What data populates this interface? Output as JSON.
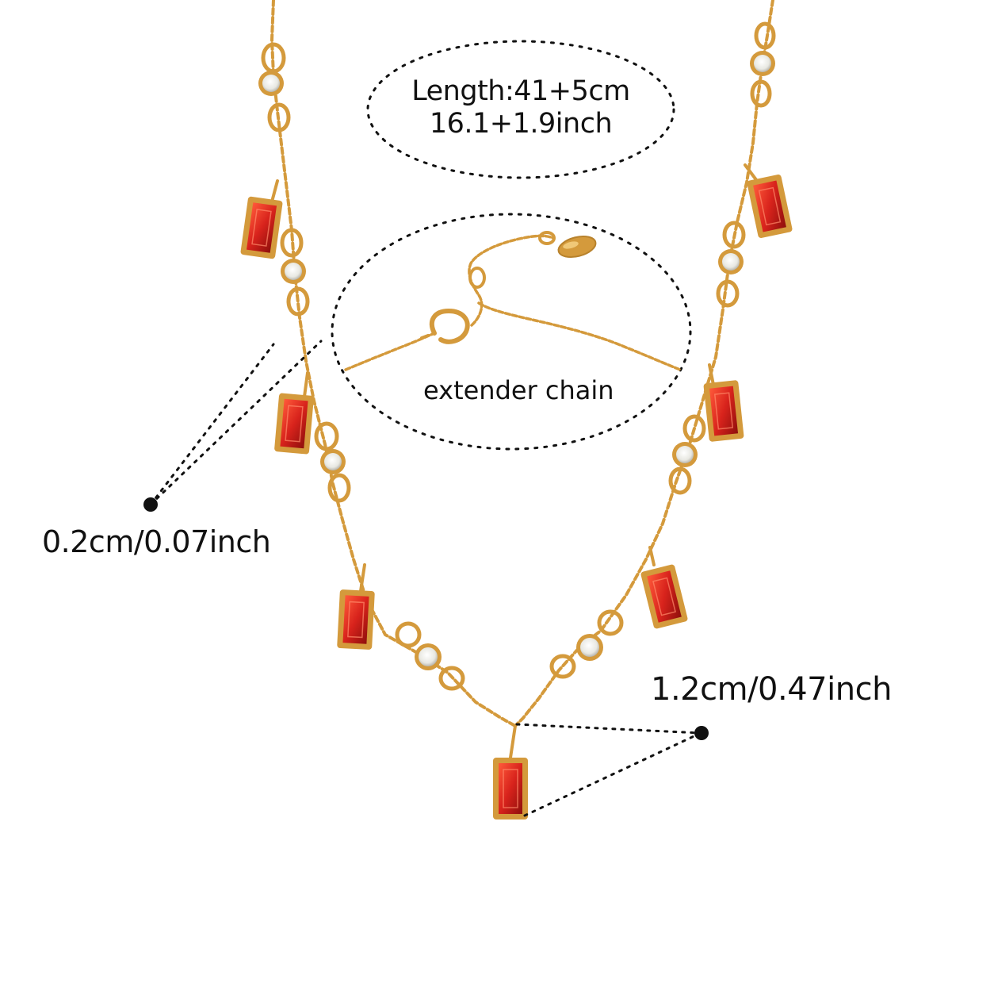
{
  "specs": {
    "length_metric": "Length:41+5cm",
    "length_imperial": "16.1+1.9inch",
    "extender_label": "extender chain",
    "chain_thickness": "0.2cm/0.07inch",
    "pendant_size": "1.2cm/0.47inch"
  },
  "colors": {
    "gold": "#d49a3c",
    "gold_dark": "#a8741f",
    "ruby": "#d8231c",
    "ruby_dark": "#8e0f0c",
    "crystal": "#f2f2ee",
    "annotation": "#111111"
  },
  "icons": {
    "dimension_marker": "dot-marker",
    "stone": "baguette-ruby",
    "crystal": "round-cz-stone",
    "clasp": "lobster-clasp",
    "tag": "oval-steel-tag"
  }
}
